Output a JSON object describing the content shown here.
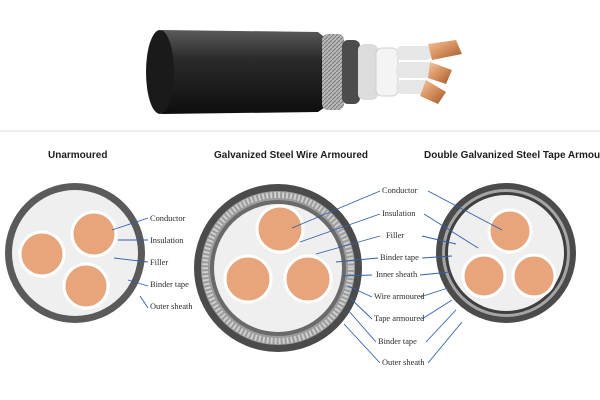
{
  "colors": {
    "conductor": "#e8a47a",
    "conductor_edge": "#c98a63",
    "filler": "#ededed",
    "sheath": "#4a4a4a",
    "sheath_light": "#6e6e6e",
    "leader": "#2f5fb0",
    "separator": "#d9dbe3",
    "armour_wire": "#b9b9b9",
    "steel_tape": "#9a9a9a"
  },
  "panels": [
    {
      "title": "Unarmoured",
      "labels": [
        "Conductor",
        "Insulation",
        "Filler",
        "Binder tape",
        "Outer sheath"
      ]
    },
    {
      "title": "Galvanized Steel Wire Armoured",
      "labels": [
        "Conductor",
        "Insulation",
        "Filler",
        "Binder tape",
        "Inner sheath",
        "Wire armoured",
        "Tape armoured",
        "Binder tape",
        "Outer sheath"
      ]
    },
    {
      "title": "Double Galvanized Steel Tape Armoured"
    }
  ]
}
